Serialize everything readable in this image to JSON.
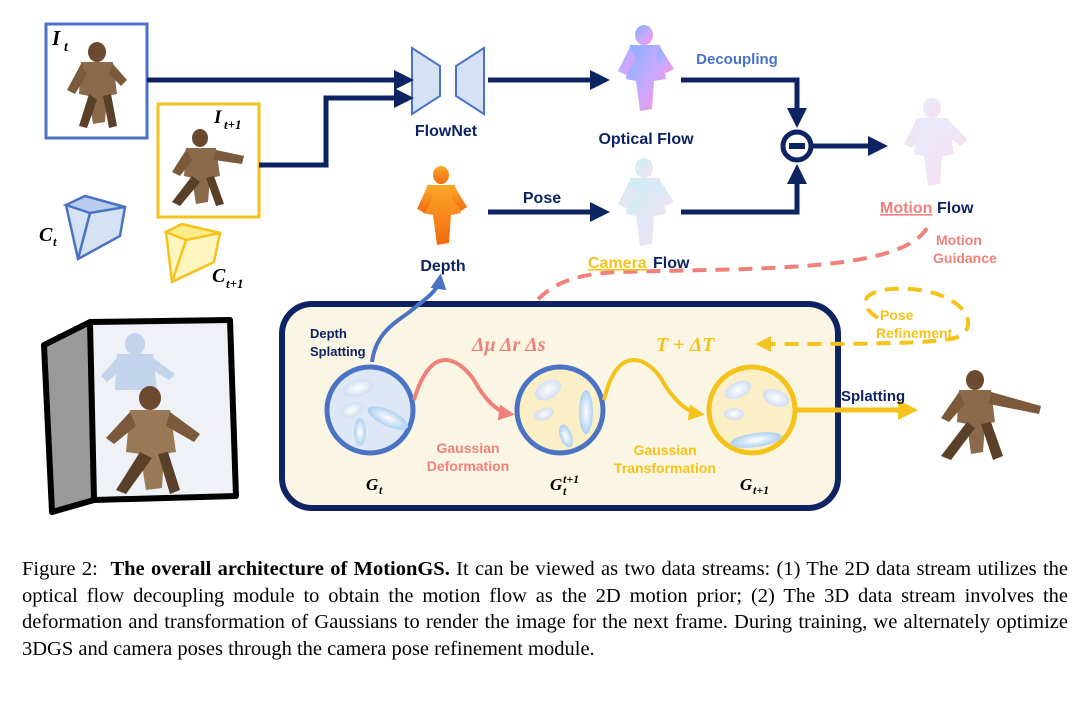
{
  "labels": {
    "frame_t": "I",
    "frame_t_sub": "t",
    "frame_t1": "I",
    "frame_t1_sub": "t+1",
    "cam_t": "C",
    "cam_t_sub": "t",
    "cam_t1": "C",
    "cam_t1_sub": "t+1",
    "flownet": "FlowNet",
    "optical_flow": "Optical Flow",
    "decoupling": "Decoupling",
    "minus": "⊖",
    "depth": "Depth",
    "pose": "Pose",
    "camera_flow_a": "Camera",
    "camera_flow_b": " Flow",
    "motion_flow_a": "Motion",
    "motion_flow_b": " Flow",
    "motion_guidance_1": "Motion",
    "motion_guidance_2": "Guidance",
    "depth_splatting_1": "Depth",
    "depth_splatting_2": "Splatting",
    "delta_params": "Δμ Δr Δs",
    "transform": "T + ΔT",
    "pose_refinement_1": "Pose",
    "pose_refinement_2": "Refinement",
    "gaussian_deformation_1": "Gaussian",
    "gaussian_deformation_2": "Deformation",
    "gaussian_transformation_1": "Gaussian",
    "gaussian_transformation_2": "Transformation",
    "splatting": "Splatting",
    "g_t": "G",
    "g_t_sub": "t",
    "g_tt1": "G",
    "g_tt1_sup": "t+1",
    "g_tt1_sub": "t",
    "g_t1": "G",
    "g_t1_sub": "t+1"
  },
  "caption": {
    "prefix": "Figure 2:",
    "title": "The overall architecture of MotionGS.",
    "body": " It can be viewed as two data streams: (1) The 2D data stream utilizes the optical flow decoupling module to obtain the motion flow as the 2D motion prior; (2) The 3D data stream involves the deformation and transformation of Gaussians to render the image for the next frame. During training, we alternately optimize 3DGS and camera poses through the camera pose refinement module."
  },
  "colors": {
    "navy": "#0e2462",
    "blue": "#4a73c4",
    "yellow": "#f5c21b",
    "salmon": "#f0817a",
    "panel_fill": "#fbf5e4",
    "decoupling_text": "#4a73c4"
  }
}
